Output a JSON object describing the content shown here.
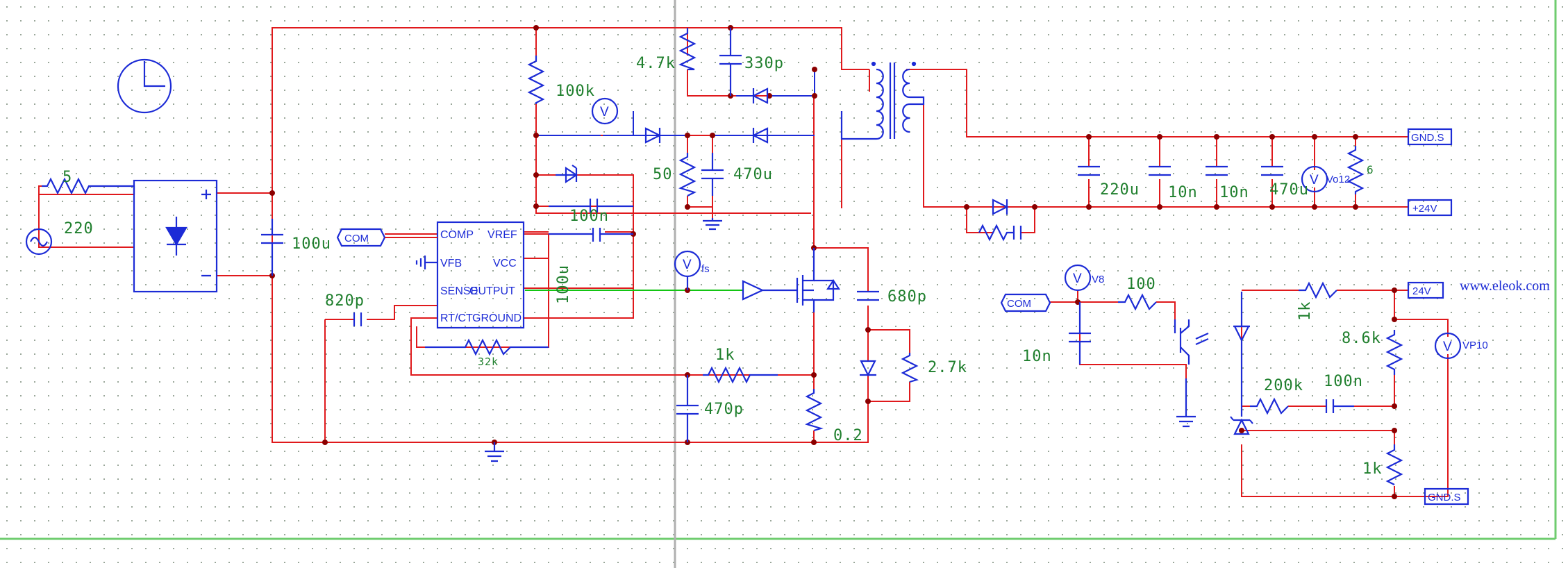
{
  "colors": {
    "wire": "#e0191c",
    "symbol": "#1c2bd6",
    "signal": "#13c513",
    "label": "#1f7f2d",
    "grid": "#9aa79a",
    "border": "#6fcc6f"
  },
  "values": {
    "r_in": "5",
    "v_src": "220",
    "c_bulk": "100u",
    "r_startup": "100k",
    "r_snub": "4.7k",
    "c_snub": "330p",
    "r_aux": "50",
    "c_aux": "470u",
    "c_ref": "100n",
    "c_vcc": "100u",
    "c_rt": "820p",
    "r_rt": "32k",
    "r_sense_f": "1k",
    "c_sense_f": "470p",
    "r_sense": "0.2",
    "c_rcd": "680p",
    "r_rcd": "2.7k",
    "c_out1": "220u",
    "c_out2": "10n",
    "c_out3": "10n",
    "c_out4": "470u",
    "r_load": "6",
    "r_led": "100",
    "c_fb": "10n",
    "r_top": "1k",
    "r_div_up": "8.6k",
    "r_comp": "200k",
    "c_comp": "100n",
    "r_div_low": "1k"
  },
  "ic": {
    "comp": "COMP",
    "vref": "VREF",
    "vfb": "VFB",
    "vcc": "VCC",
    "sense": "SENSE",
    "output": "OUTPUT",
    "rtct": "RT/CT",
    "ground": "GROUND"
  },
  "labels": {
    "com": "COM",
    "com2": "COM",
    "gnd_s": "GND.S",
    "gnd_s2": "GND.S",
    "plus24": "+24V",
    "v24": "24V"
  },
  "meters": {
    "v": "V",
    "m_vgs": "fs",
    "m_vo": "Vo12",
    "m_v8": "V8",
    "m_vp": "VP10"
  },
  "watermark": "www.eleok.com"
}
